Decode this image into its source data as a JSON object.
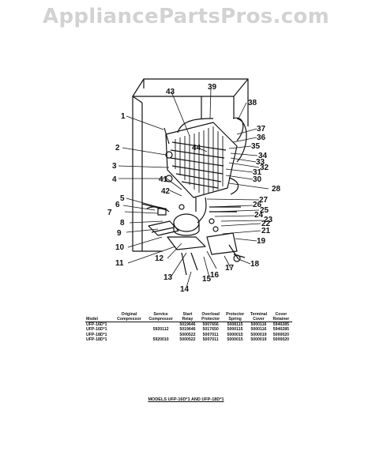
{
  "watermark": "AppliancePartsPros.com",
  "callouts": [
    "1",
    "2",
    "3",
    "4",
    "5",
    "6",
    "7",
    "8",
    "9",
    "10",
    "11",
    "12",
    "13",
    "14",
    "15",
    "16",
    "17",
    "18",
    "19",
    "21",
    "22",
    "23",
    "24",
    "25",
    "26",
    "27",
    "28",
    "30",
    "31",
    "32",
    "33",
    "34",
    "35",
    "36",
    "37",
    "38",
    "39",
    "41",
    "42",
    "43",
    "44"
  ],
  "table": {
    "headers": [
      [
        "Model"
      ],
      [
        "Original",
        "Compressor"
      ],
      [
        "Service",
        "Compressor"
      ],
      [
        "Start",
        "Relay"
      ],
      [
        "Overload",
        "Protector"
      ],
      [
        "Protector",
        "Spring"
      ],
      [
        "Terminal",
        "Cover"
      ],
      [
        "Cover",
        "Retainer"
      ]
    ],
    "rows": [
      [
        "UFP-16D*1",
        "",
        "",
        "5019646",
        "5007656",
        "5008115",
        "5000116",
        "5940285"
      ],
      [
        "UFP-16D*1",
        "",
        "5920112",
        "5019646",
        "5017650",
        "5000115",
        "5000116",
        "5940285"
      ],
      [
        "UFP-18D*1",
        "",
        "",
        "5000522",
        "5007011",
        "5000015",
        "5000019",
        "5000020"
      ],
      [
        "UFP-18D*1",
        "",
        "5920010",
        "5000522",
        "5007011",
        "5000015",
        "5000019",
        "5000020"
      ]
    ]
  },
  "caption": "MODELS UFP-16D*1 AND UFP-18D*1"
}
